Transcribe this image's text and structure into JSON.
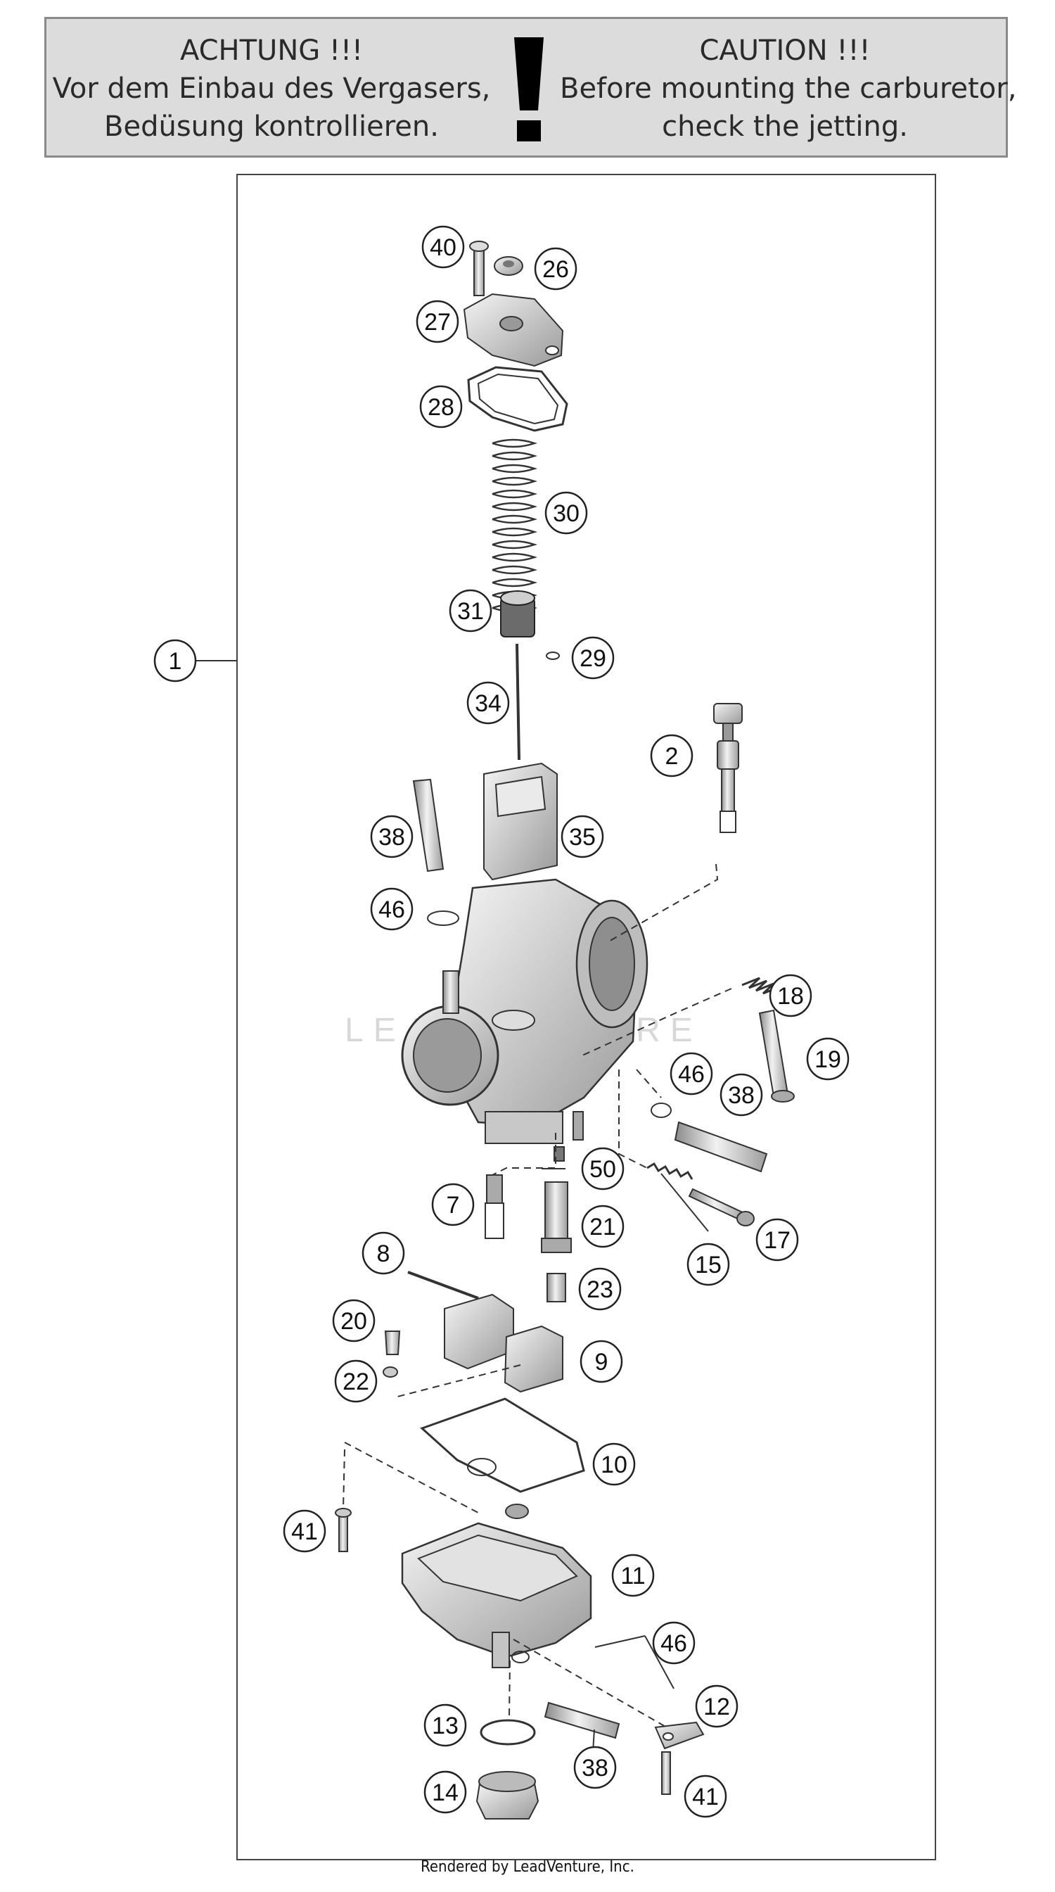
{
  "warning": {
    "de_title": "ACHTUNG !!!",
    "de_line1": "Vor dem Einbau des Vergasers,",
    "de_line2": "Bedüsung kontrollieren.",
    "en_title": "CAUTION !!!",
    "en_line1": "Before mounting the carburetor,",
    "en_line2": "check the jetting."
  },
  "callouts": [
    "1",
    "2",
    "7",
    "8",
    "9",
    "10",
    "11",
    "12",
    "13",
    "14",
    "15",
    "17",
    "18",
    "19",
    "20",
    "21",
    "22",
    "23",
    "26",
    "27",
    "28",
    "29",
    "30",
    "31",
    "34",
    "35",
    "38",
    "38",
    "38",
    "40",
    "41",
    "41",
    "46",
    "46",
    "46",
    "50"
  ],
  "watermark": "LEADVENTURE",
  "footer": "Rendered by LeadVenture, Inc."
}
